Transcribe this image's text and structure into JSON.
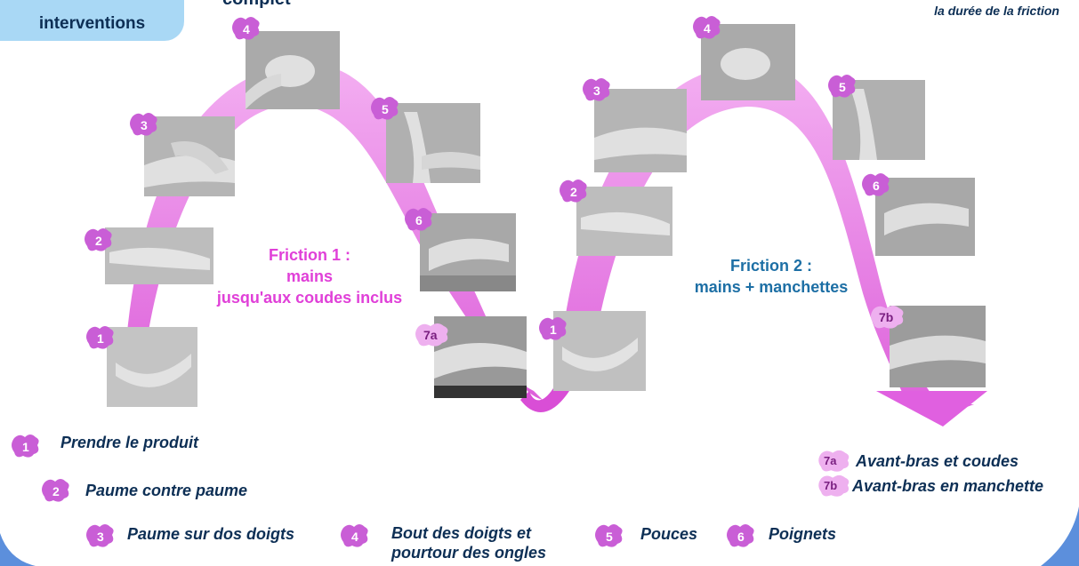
{
  "header": {
    "box_text": "interventions",
    "title_fragment": "complet",
    "duration_note": "la durée de la friction"
  },
  "friction1": {
    "title": "Friction 1 :",
    "line2": "mains",
    "line3": "jusqu'aux coudes inclus",
    "color": "#e040d8"
  },
  "friction2": {
    "title": "Friction 2 :",
    "line2": "mains + manchettes",
    "color": "#1d6fa5"
  },
  "badges": {
    "s1": "1",
    "s2": "2",
    "s3": "3",
    "s4": "4",
    "s5": "5",
    "s6": "6",
    "s7a": "7a",
    "s7b": "7b"
  },
  "legend": {
    "s1": "Prendre le  produit",
    "s2": "Paume contre paume",
    "s3": "Paume sur dos doigts",
    "s4_line1": "Bout des doigts et",
    "s4_line2": "pourtour des ongles",
    "s5": "Pouces",
    "s6": "Poignets",
    "s7a": "Avant-bras et coudes",
    "s7b": "Avant-bras en manchette"
  },
  "colors": {
    "arrow": "#e060e0",
    "badge": "#c95ed6",
    "badge_light": "#eeb0ef",
    "text_dark": "#0d2f55",
    "header_box": "#a9d8f5",
    "border_blue": "#5c8fdc"
  }
}
